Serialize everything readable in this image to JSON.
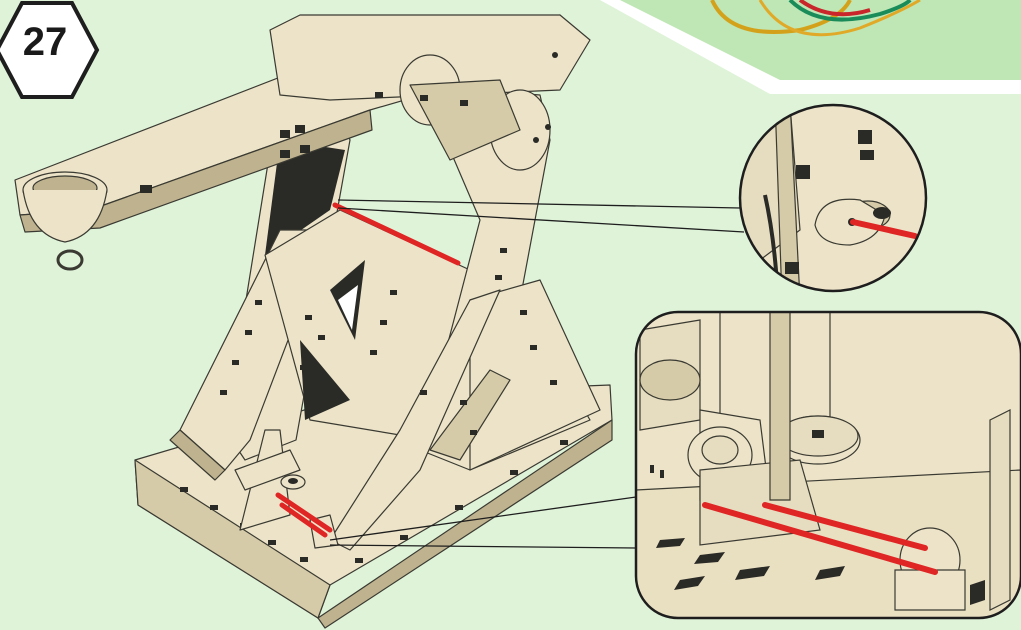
{
  "step": {
    "number": "27"
  },
  "colors": {
    "background": "#dff3d9",
    "wood": "#ece3c8",
    "wood_shadow": "#bfb38f",
    "wood_dark": "#2a2a26",
    "rubber_band": "#e02525",
    "outline": "#1e1e1e",
    "corner_panel": "#bfe6b5"
  },
  "icons": [
    "hexagon-step-badge-icon",
    "rubber-band-bundle-icon"
  ],
  "callouts": [
    {
      "name": "detail-upper-anchor",
      "shape": "circle"
    },
    {
      "name": "detail-lower-anchor",
      "shape": "rounded-rectangle"
    }
  ]
}
